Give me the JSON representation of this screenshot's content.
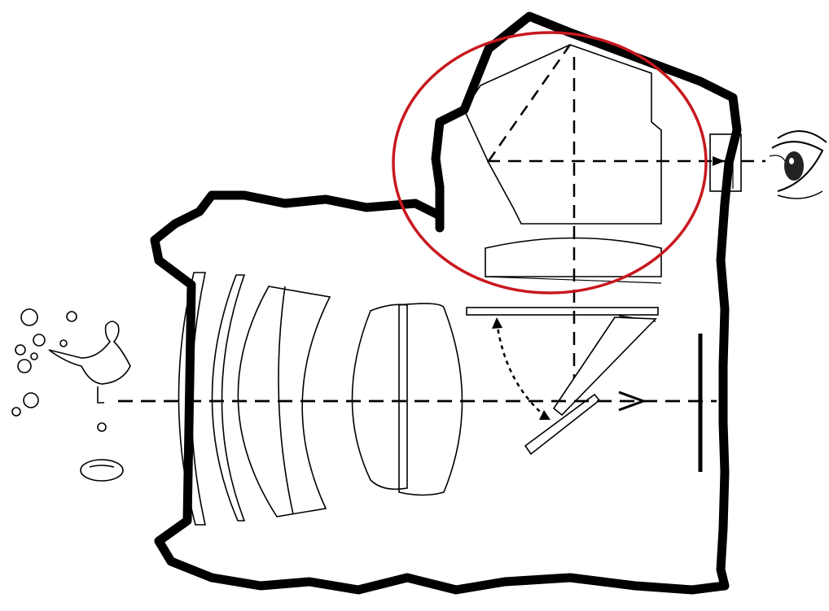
{
  "diagram": {
    "type": "SLR camera cross-section",
    "elements": [
      "camera-body-outline",
      "pentaprism",
      "eyepiece",
      "eye",
      "focusing-screen-condenser",
      "reflex-mirror",
      "mirror-swing-arrow",
      "lens-elements",
      "optical-axis",
      "film-plane",
      "subject-bird",
      "highlight-circle"
    ]
  },
  "colors": {
    "ink": "#000000",
    "highlight": "#c8181e",
    "background": "#ffffff"
  }
}
